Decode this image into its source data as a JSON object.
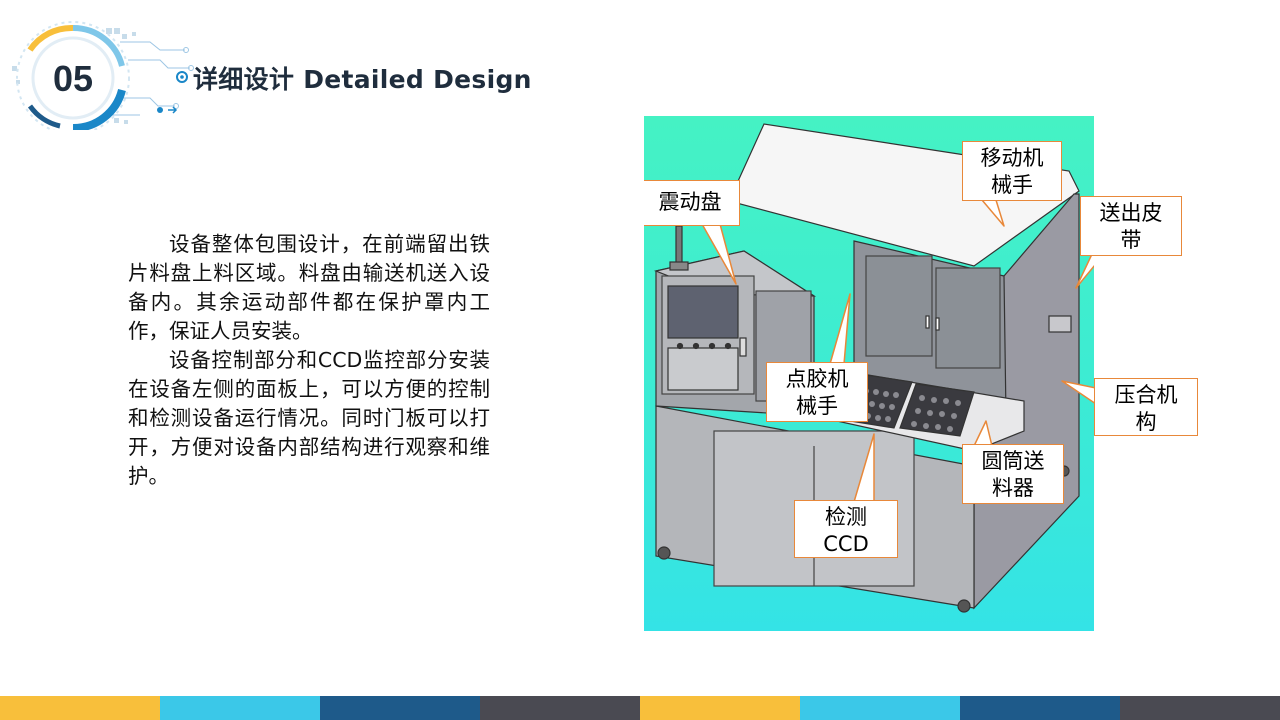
{
  "header": {
    "section_number": "05",
    "title": "详细设计 Detailed Design"
  },
  "body": {
    "paragraphs": [
      "设备整体包围设计，在前端留出铁片料盘上料区域。料盘由输送机送入设备内。其余运动部件都在保护罩内工作，保证人员安装。",
      "设备控制部分和CCD监控部分安装在设备左侧的面板上，可以方便的控制和检测设备运行情况。同时门板可以打开，方便对设备内部结构进行观察和维护。"
    ]
  },
  "figure": {
    "labels": {
      "vibration_plate": "震动盘",
      "moving_robot_l1": "移动机",
      "moving_robot_l2": "械手",
      "outfeed_belt_l1": "送出皮",
      "outfeed_belt_l2": "带",
      "dispensing_robot_l1": "点胶机",
      "dispensing_robot_l2": "械手",
      "press_mech_l1": "压合机",
      "press_mech_l2": "构",
      "cylinder_feeder_l1": "圆筒送",
      "cylinder_feeder_l2": "料器",
      "inspection_ccd_l1": "检测",
      "inspection_ccd_l2": "CCD"
    }
  },
  "colors": {
    "accent_blue": "#1a87c8",
    "yellow": "#f8bf3b",
    "cyan": "#3bc8e8",
    "navy": "#1e5a8a",
    "slate": "#4a4a52",
    "callout_border": "#e8883a",
    "figure_bg": "#3cebd4"
  }
}
